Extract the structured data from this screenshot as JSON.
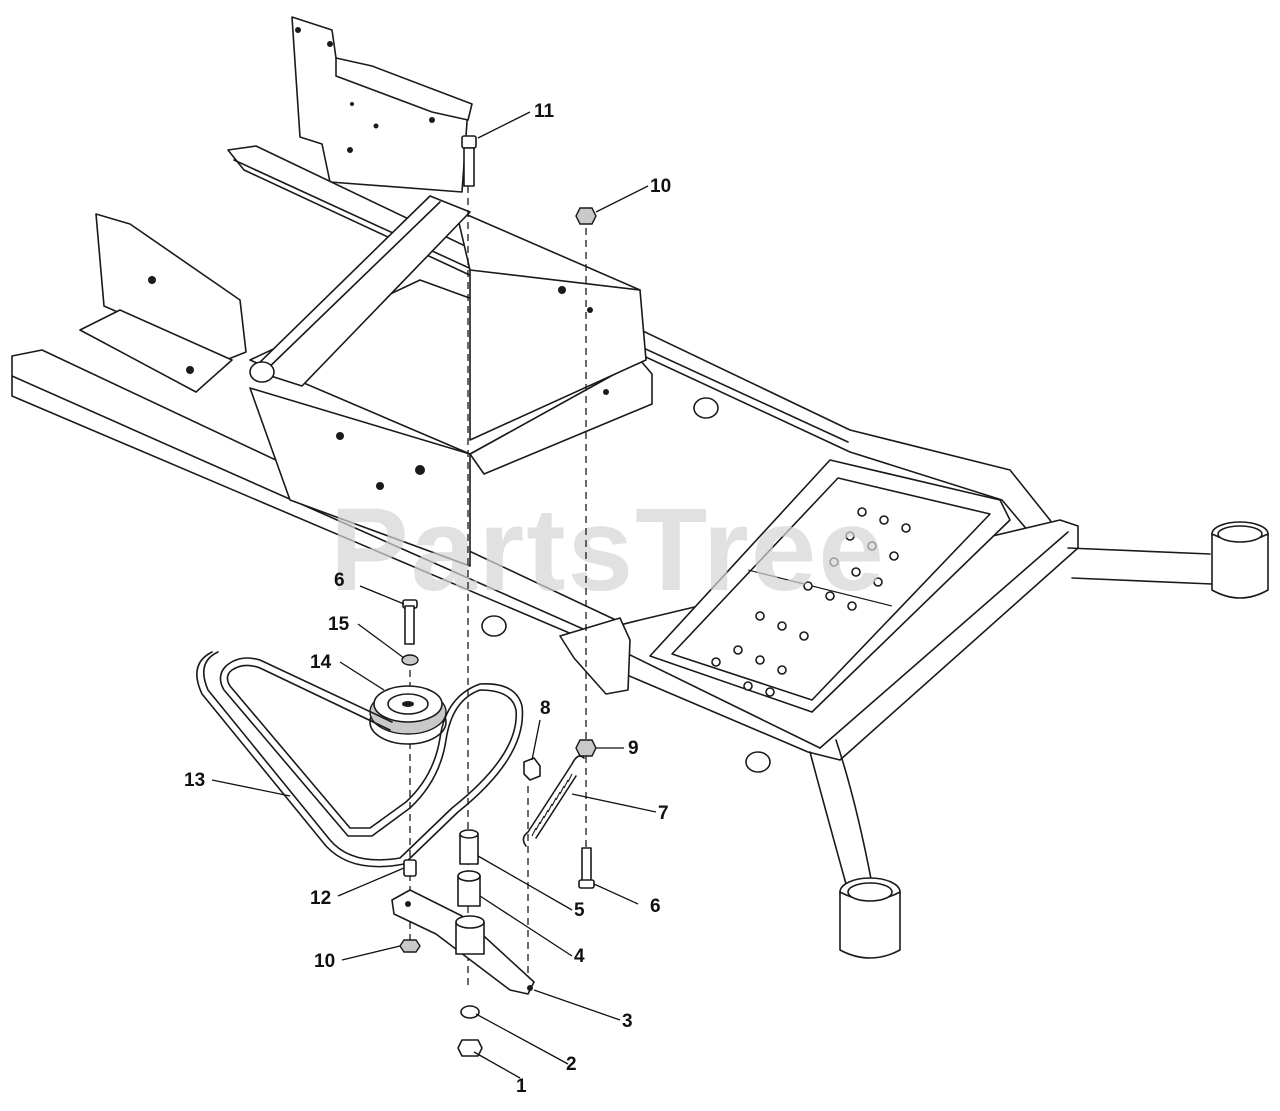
{
  "watermark": "PartsTree",
  "callouts": [
    {
      "id": "label-1",
      "text": "1"
    },
    {
      "id": "label-2",
      "text": "2"
    },
    {
      "id": "label-3",
      "text": "3"
    },
    {
      "id": "label-4",
      "text": "4"
    },
    {
      "id": "label-5",
      "text": "5"
    },
    {
      "id": "label-6-top",
      "text": "6"
    },
    {
      "id": "label-6-right",
      "text": "6"
    },
    {
      "id": "label-7",
      "text": "7"
    },
    {
      "id": "label-8",
      "text": "8"
    },
    {
      "id": "label-9",
      "text": "9"
    },
    {
      "id": "label-10-top",
      "text": "10"
    },
    {
      "id": "label-10-bottom",
      "text": "10"
    },
    {
      "id": "label-11",
      "text": "11"
    },
    {
      "id": "label-12",
      "text": "12"
    },
    {
      "id": "label-13",
      "text": "13"
    },
    {
      "id": "label-14",
      "text": "14"
    },
    {
      "id": "label-15",
      "text": "15"
    }
  ]
}
